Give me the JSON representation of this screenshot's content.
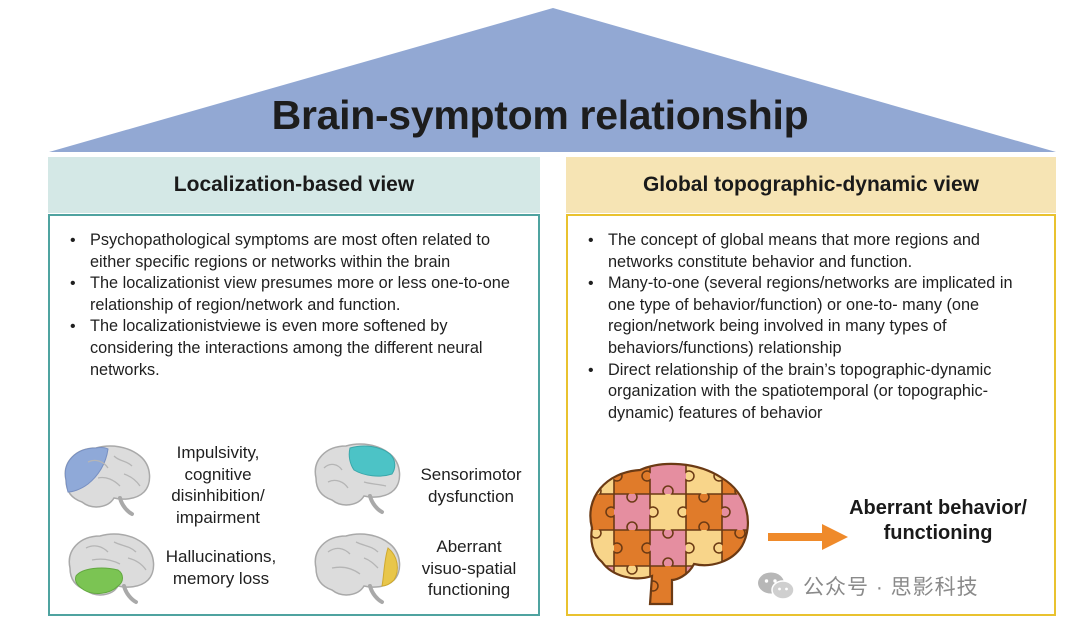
{
  "title": "Brain-symptom relationship",
  "colors": {
    "roof": "#92a8d3",
    "left_header_bg": "#d4e8e6",
    "left_border": "#4fa3a0",
    "right_header_bg": "#f6e4b4",
    "right_border": "#e9c22f",
    "arrow": "#ef8a2a"
  },
  "left_column": {
    "header": "Localization-based view",
    "bullets": [
      "Psychopathological symptoms are most often related to either specific regions or networks within the brain",
      "The localizationist view presumes more or less one-to-one relationship of region/network and function.",
      "The localizationistviewe is even more softened by considering the interactions among the different neural networks."
    ],
    "brain_examples": [
      {
        "label_lines": [
          "Impulsivity,",
          "cognitive",
          "disinhibition/",
          "impairment"
        ],
        "icon": "brain-frontal-highlight-icon",
        "highlight_color": "#8fa9d8"
      },
      {
        "label_lines": [
          "Sensorimotor",
          "dysfunction"
        ],
        "icon": "brain-parietal-highlight-icon",
        "highlight_color": "#4cc3c6"
      },
      {
        "label_lines": [
          "Hallucinations,",
          "memory loss"
        ],
        "icon": "brain-temporal-highlight-icon",
        "highlight_color": "#7bc453"
      },
      {
        "label_lines": [
          "Aberrant",
          "visuo-spatial",
          "functioning"
        ],
        "icon": "brain-occipital-highlight-icon",
        "highlight_color": "#e8c64a"
      }
    ]
  },
  "right_column": {
    "header": "Global topographic-dynamic view",
    "bullets": [
      "The concept of global means that more regions and networks constitute behavior and function.",
      "Many-to-one (several regions/networks are implicated in one type of behavior/function) or one-to- many (one region/network being involved in many types of behaviors/functions) relationship",
      "Direct relationship of the brain’s topographic-dynamic organization with the spatiotemporal (or topographic-dynamic) features of behavior"
    ],
    "outcome_lines": [
      "Aberrant behavior/",
      "functioning"
    ],
    "puzzle_icon": "puzzle-brain-icon",
    "puzzle_colors": [
      "#e07b2a",
      "#f8d58a",
      "#e58ea0"
    ]
  },
  "watermark": {
    "text": "公众号 · 思影科技",
    "icon": "wechat-icon"
  }
}
